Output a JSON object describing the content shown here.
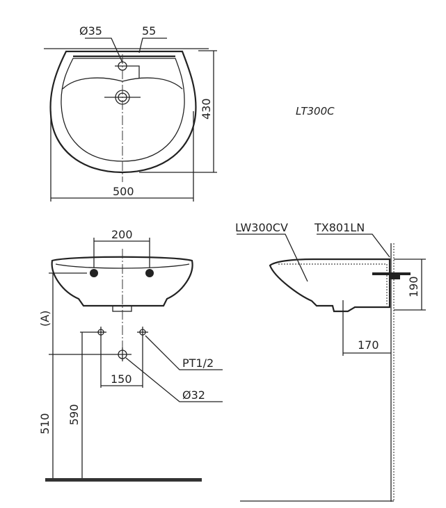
{
  "model": "LT300C",
  "top_view": {
    "hole_diameter": "Ø35",
    "offset": "55",
    "depth": "430",
    "width": "500"
  },
  "front_view": {
    "tap_spacing": "200",
    "supply_spacing": "150",
    "supply_thread": "PT1/2",
    "drain_diameter": "Ø32",
    "height_a": "(A)",
    "rim_to_floor": "510",
    "supply_to_floor": "590"
  },
  "side_view": {
    "basin_label": "LW300CV",
    "bracket_label": "TX801LN",
    "basin_height": "190",
    "wall_to_drain": "170"
  }
}
